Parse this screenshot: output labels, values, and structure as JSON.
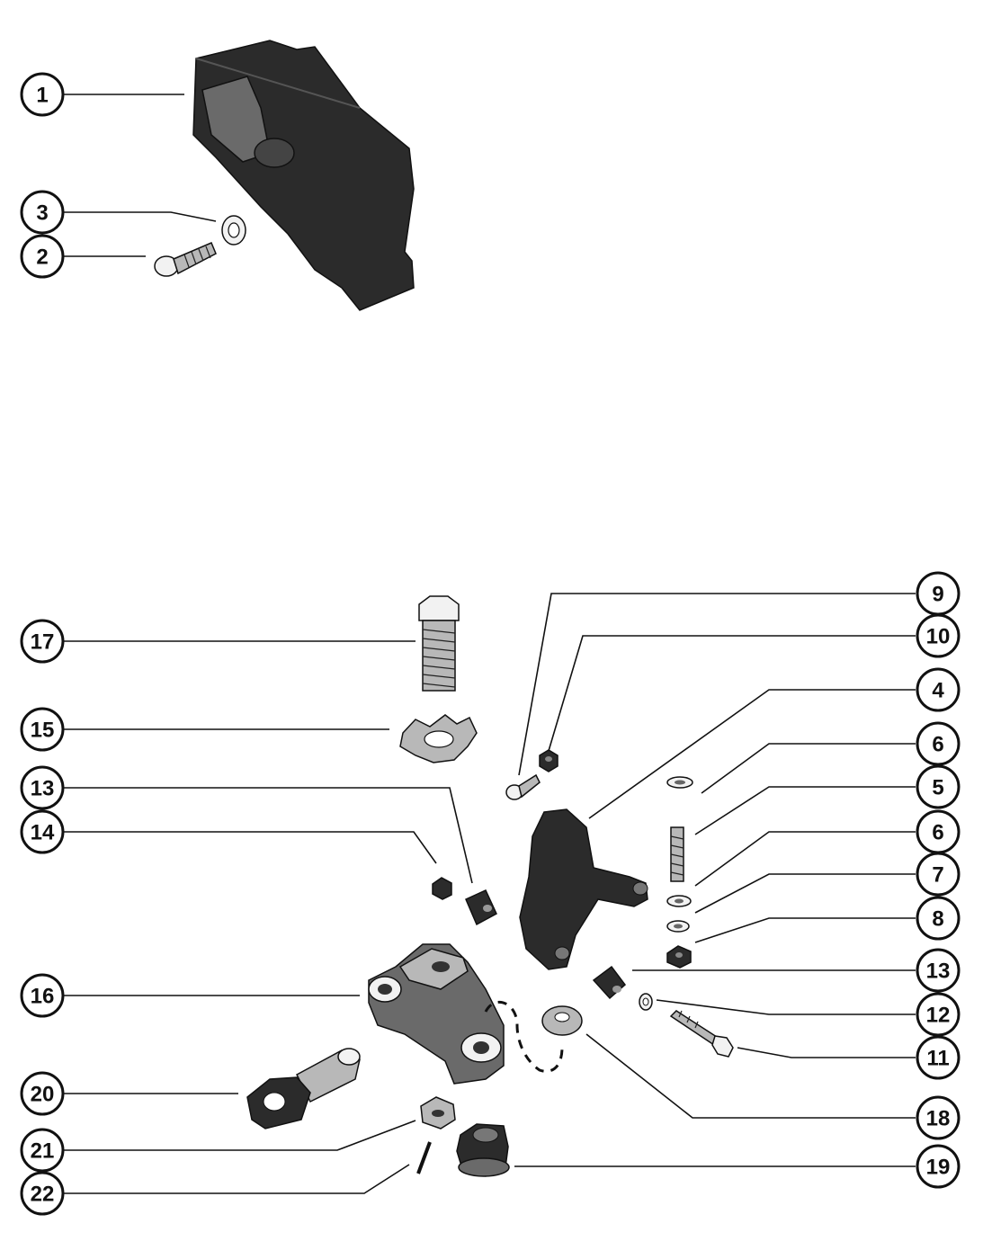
{
  "callouts": [
    "1",
    "2",
    "3",
    "4",
    "5",
    "6",
    "6",
    "7",
    "8",
    "9",
    "10",
    "11",
    "12",
    "13",
    "13",
    "14",
    "15",
    "16",
    "17",
    "18",
    "19",
    "20",
    "21",
    "22"
  ],
  "colors": {
    "ink": "#111111",
    "part_dark": "#2b2b2b",
    "part_mid": "#6a6a6a",
    "part_light": "#b8b8b8"
  }
}
